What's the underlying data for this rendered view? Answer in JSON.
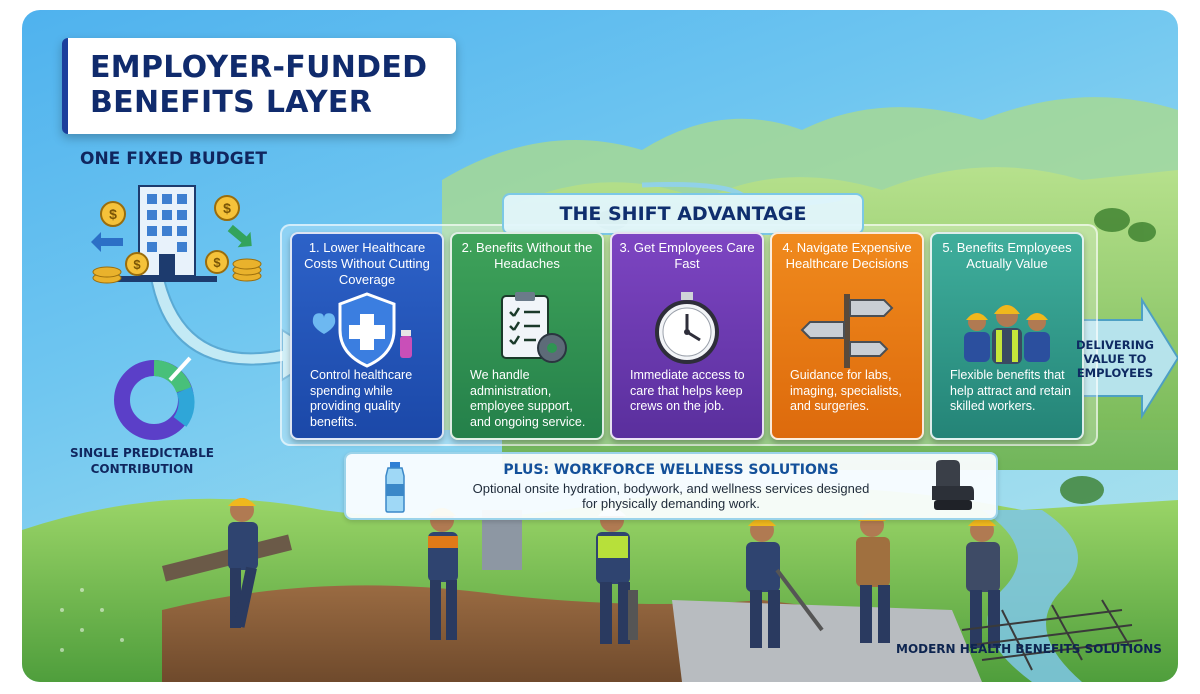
{
  "header": {
    "title": "EMPLOYER-FUNDED BENEFITS LAYER"
  },
  "budget": {
    "heading": "ONE FIXED BUDGET",
    "contribution_label": "SINGLE PREDICTABLE CONTRIBUTION"
  },
  "shift": {
    "title": "THE SHIFT ADVANTAGE",
    "cards": [
      {
        "title": "1. Lower Healthcare Costs Without Cutting Coverage",
        "body": "Control healthcare spending while providing quality benefits.",
        "icon": "shield-medical-icon",
        "color": "#2456bd"
      },
      {
        "title": "2. Benefits Without the Headaches",
        "body": "We handle administration, employee support, and ongoing service.",
        "icon": "clipboard-gear-icon",
        "color": "#2f9553"
      },
      {
        "title": "3. Get Employees Care Fast",
        "body": "Immediate access to care that helps keep crews on the job.",
        "icon": "stopwatch-icon",
        "color": "#6b3ab1"
      },
      {
        "title": "4. Navigate Expensive Healthcare Decisions",
        "body": "Guidance for labs, imaging, specialists, and surgeries.",
        "icon": "signpost-icon",
        "color": "#e87a14"
      },
      {
        "title": "5. Benefits Employees Actually Value",
        "body": "Flexible benefits that help attract and retain skilled workers.",
        "icon": "workers-icon",
        "color": "#319a8a"
      }
    ]
  },
  "delivering": "DELIVERING VALUE TO EMPLOYEES",
  "wellness": {
    "title": "PLUS: WORKFORCE WELLNESS SOLUTIONS",
    "description": "Optional onsite hydration, bodywork, and wellness services designed for physically demanding work."
  },
  "footer": "MODERN HEALTH BENEFITS SOLUTIONS"
}
